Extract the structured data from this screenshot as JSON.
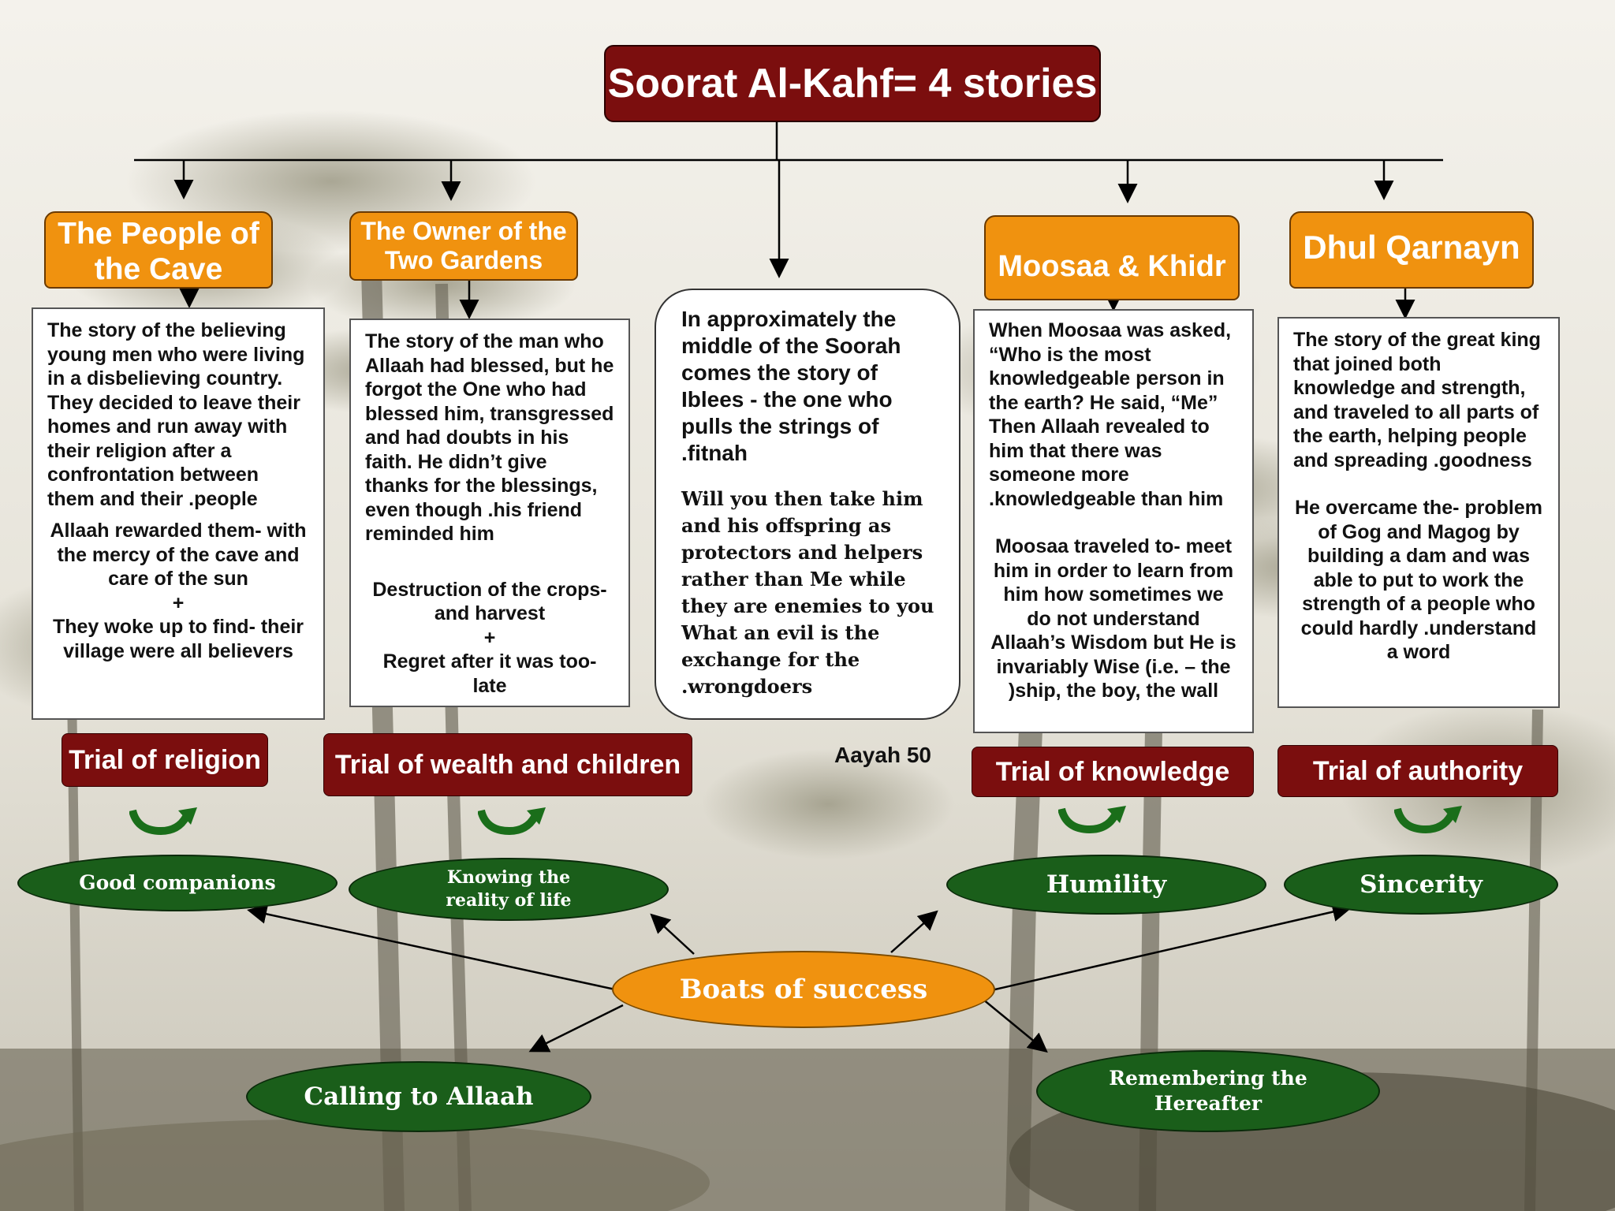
{
  "title": "Soorat Al-Kahf= 4 stories",
  "stories": [
    {
      "heading": "The People of the Cave",
      "description": [
        "The story of the believing young men who were living in a disbelieving country.  They decided to leave their homes and run away with their religion after a confrontation between them and their .people"
      ],
      "outcomes": [
        "Allaah rewarded them- with the mercy of the cave and care of the sun",
        "+",
        "They woke up to find- their village were all believers"
      ],
      "trial": "Trial of religion",
      "remedy": "Good companions"
    },
    {
      "heading": "The Owner of the Two Gardens",
      "description": [
        "The story of the man who Allaah had blessed, but he forgot the One who had blessed  him, transgressed and had doubts in his faith.  He didn’t give thanks for the blessings, even though .his friend reminded him"
      ],
      "outcomes": [
        "Destruction of the crops- and harvest",
        "+",
        "Regret after it was too- late"
      ],
      "trial": "Trial of wealth and children",
      "remedy": "Knowing the reality of life"
    },
    {
      "heading": "Moosaa & Khidr",
      "description": [
        "When Moosaa was asked, “Who is the most knowledgeable person in the earth? He said, “Me” Then Allaah revealed to him that there was someone more .knowledgeable than him"
      ],
      "outcomes": [
        "Moosaa traveled to- meet him in order to learn from him how sometimes we do not understand  Allaah’s Wisdom but He is invariably Wise (i.e. – the )ship, the boy, the wall"
      ],
      "trial": "Trial of knowledge",
      "remedy": "Humility"
    },
    {
      "heading": "Dhul Qarnayn",
      "description": [
        "The story of the great king that joined both knowledge and strength, and traveled to all parts of the earth, helping people and spreading .goodness"
      ],
      "outcomes": [
        "He overcame the- problem of Gog and Magog by building a dam and was able to put to work the strength of a people who could hardly .understand a word"
      ],
      "trial": "Trial of authority",
      "remedy": "Sincerity"
    }
  ],
  "center": {
    "text": "In approximately the middle of the Soorah comes the story of Iblees - the one who pulls the strings of .fitnah",
    "verse": "Will you then take him and his offspring as protectors and helpers rather than Me while they are enemies to you What an evil is the exchange for the .wrongdoers",
    "reference": "Aayah 50"
  },
  "hub": "Boats of success",
  "extra_remedies": [
    "Calling to Allaah",
    "Remembering the Hereafter"
  ],
  "colors": {
    "title_red": "#7b0e0e",
    "heading_orange": "#f0920f",
    "remedy_green": "#1a5e1a"
  }
}
